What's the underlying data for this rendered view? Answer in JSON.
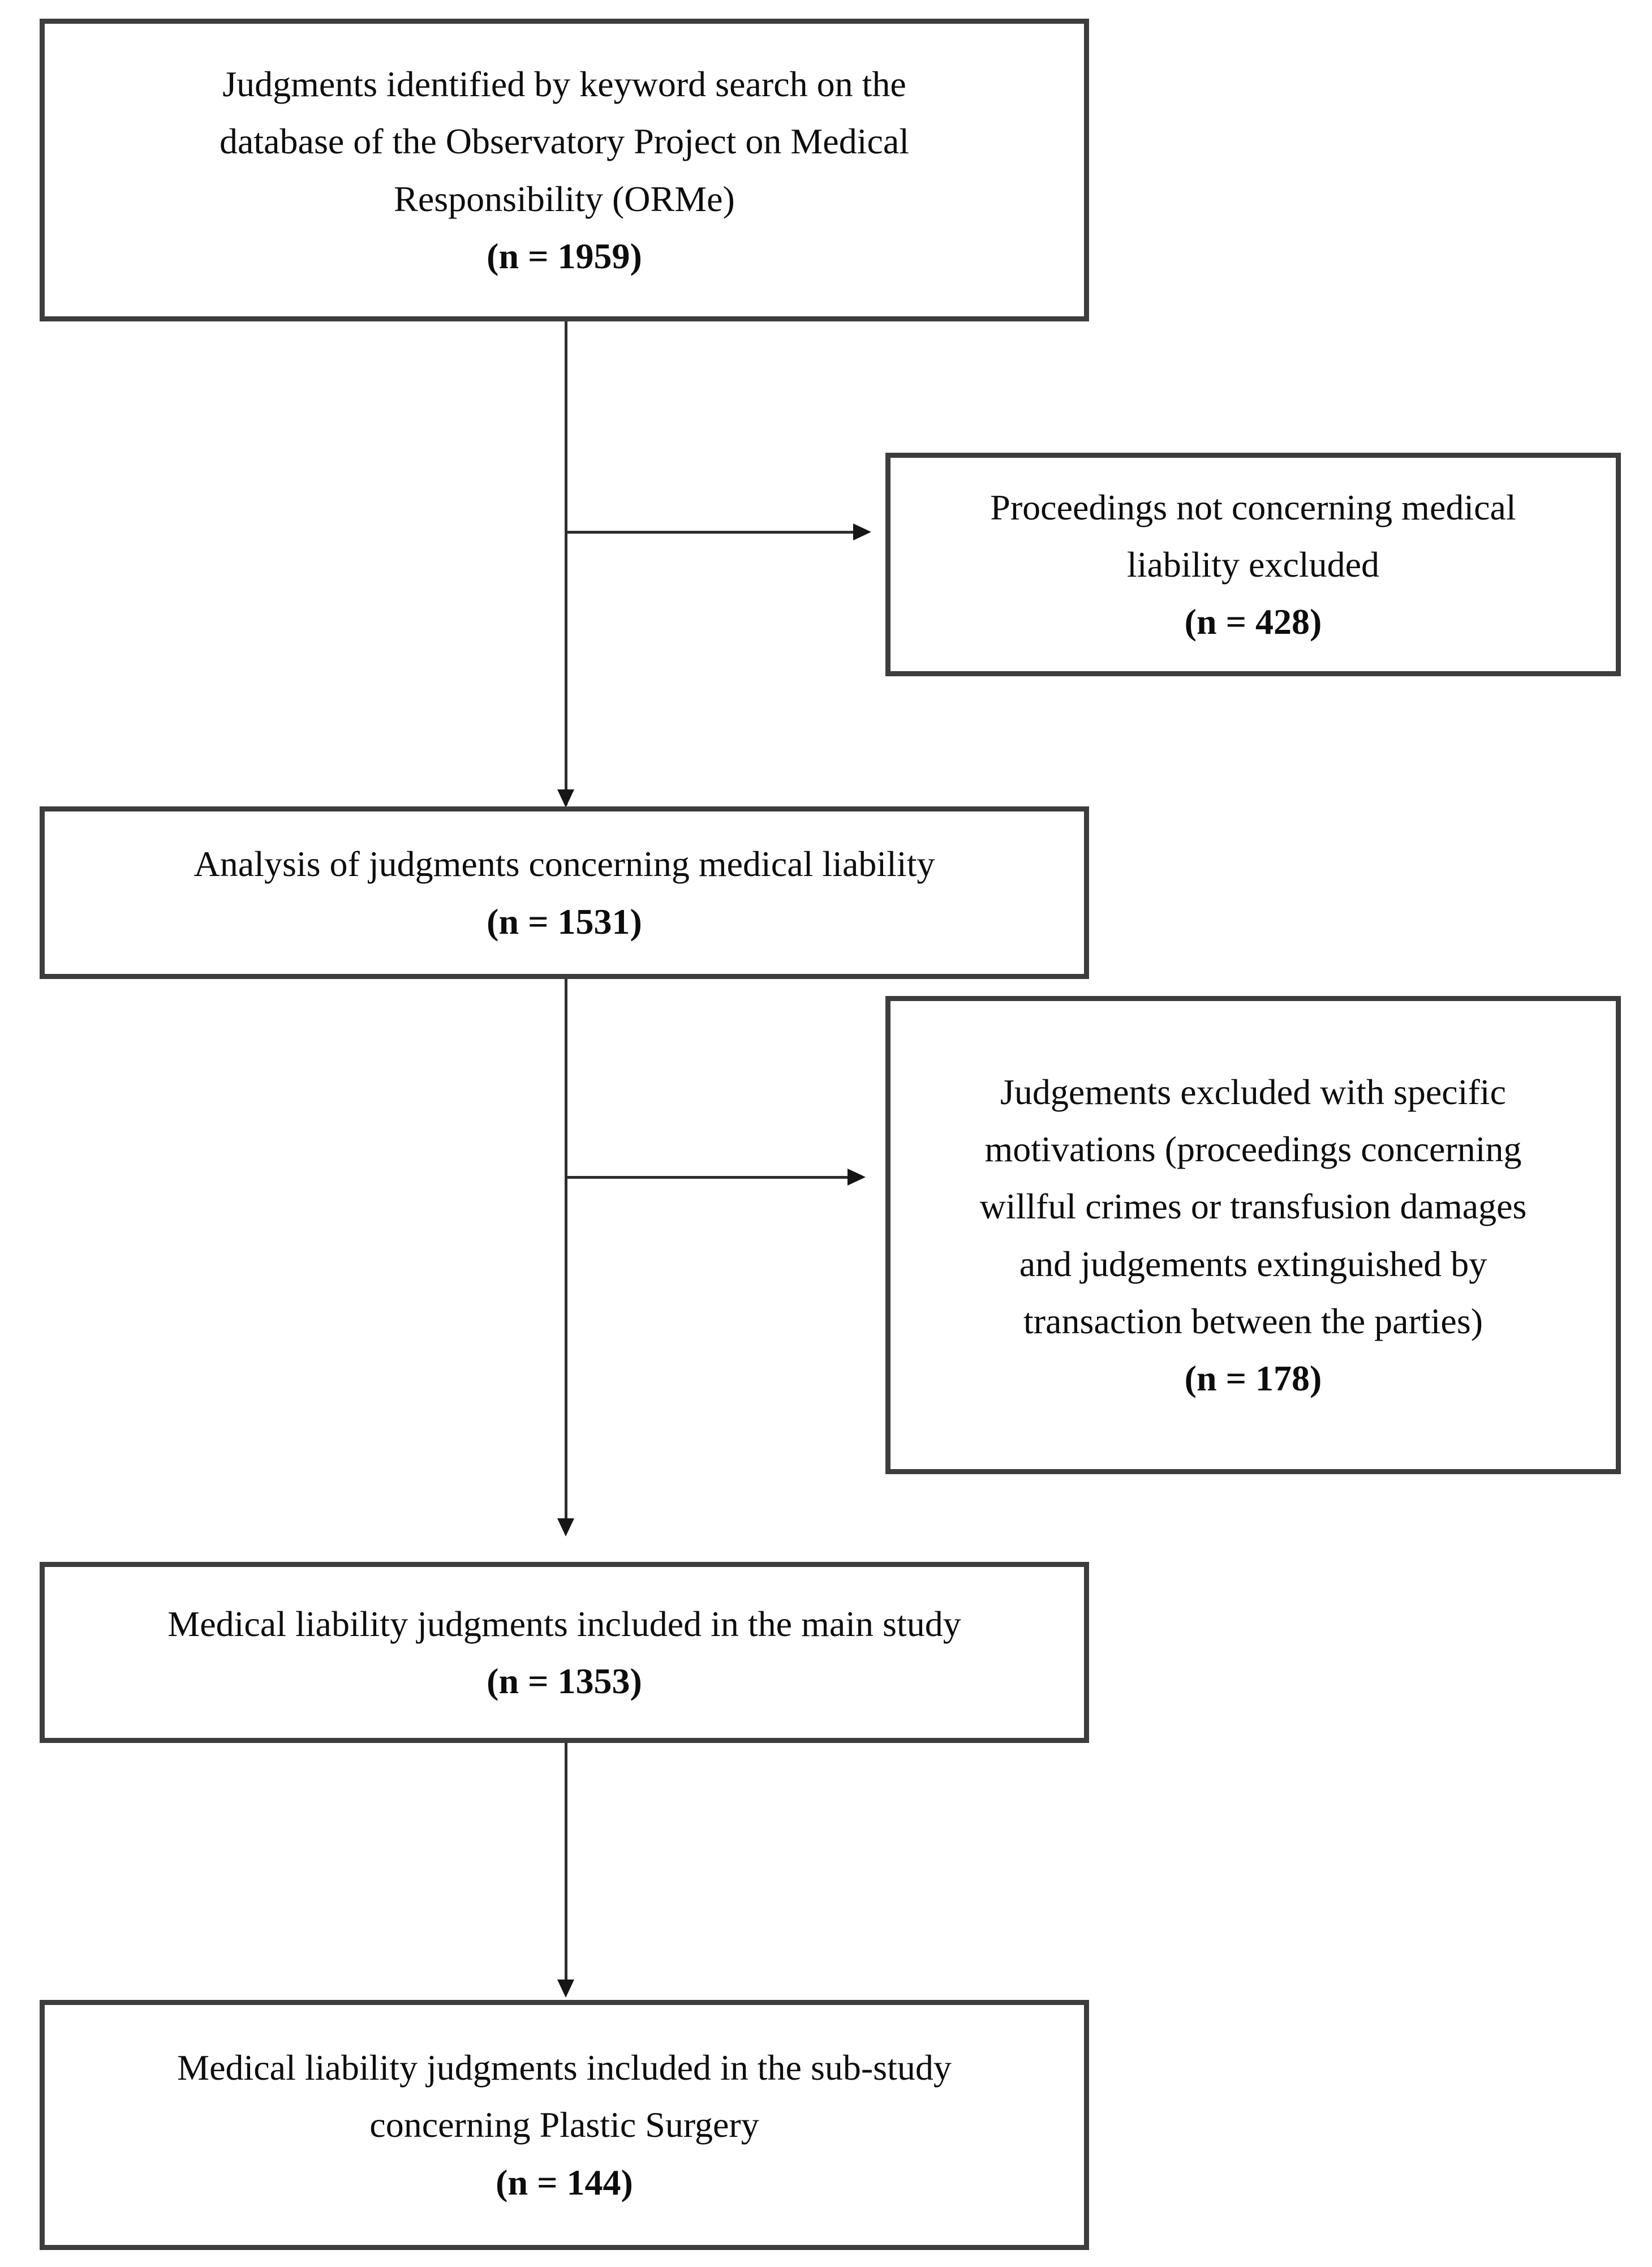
{
  "figure_type": "study-selection-flowchart",
  "colors": {
    "background": "#ffffff",
    "box_border": "#3d3d3d",
    "text": "#0d0d0d",
    "connector": "#2e2e2e"
  },
  "flow": {
    "box1": {
      "text": "Judgments identified by keyword search on the\ndatabase of the Observatory Project on Medical\nResponsibility (ORMe)",
      "n": "(n = 1959)"
    },
    "box2": {
      "text": "Proceedings not concerning medical\nliability excluded",
      "n": "(n = 428)"
    },
    "box3": {
      "text": "Analysis of judgments concerning medical liability",
      "n": "(n = 1531)"
    },
    "box4": {
      "text": "Judgements excluded with specific\nmotivations (proceedings concerning\nwillful crimes or transfusion damages\nand judgements extinguished by\ntransaction between the parties)",
      "n": "(n = 178)"
    },
    "box5": {
      "text": "Medical liability judgments included in the main study",
      "n": "(n = 1353)"
    },
    "box6": {
      "text": "Medical liability judgments included in the sub-study\nconcerning Plastic Surgery",
      "n": "(n = 144)"
    }
  }
}
